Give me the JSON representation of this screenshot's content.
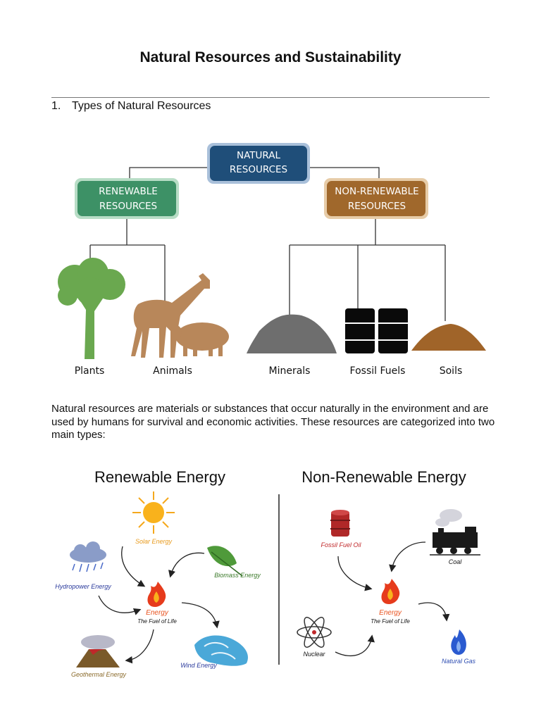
{
  "document": {
    "title": "Natural Resources and Sustainability",
    "section": {
      "number": "1.",
      "heading": "Types of Natural Resources"
    },
    "paragraph": "Natural resources are materials or substances that occur naturally in the environment and are used by humans for survival and economic activities. These resources are categorized into two main types:"
  },
  "tree_diagram": {
    "root": {
      "line1": "NATURAL",
      "line2": "RESOURCES",
      "color": "#1f4e79"
    },
    "renewable": {
      "line1": "RENEWABLE",
      "line2": "RESOURCES",
      "color": "#3d9166"
    },
    "nonrenewable": {
      "line1": "NON-RENEWABLE",
      "line2": "RESOURCES",
      "color": "#a0682c"
    },
    "leaves": {
      "plants": "Plants",
      "animals": "Animals",
      "minerals": "Minerals",
      "fossil_fuels": "Fossil Fuels",
      "soils": "Soils"
    }
  },
  "energy_figure": {
    "renewable_title": "Renewable Energy",
    "nonrenewable_title": "Non-Renewable Energy",
    "renewable": {
      "center": "Energy",
      "center_sub": "The Fuel of Life",
      "solar": "Solar Energy",
      "hydropower": "Hydropower Energy",
      "biomass": "Biomass Energy",
      "geothermal": "Geothermal Energy",
      "wind": "Wind Energy"
    },
    "nonrenewable": {
      "center": "Energy",
      "center_sub": "The Fuel of Life",
      "fossil_fuel_oil": "Fossil Fuel Oil",
      "coal": "Coal",
      "nuclear": "Nuclear",
      "natural_gas": "Natural Gas"
    },
    "colors": {
      "solar_label": "#e89a1c",
      "hydro_label": "#2a3a9c",
      "biomass_label": "#3b7a2a",
      "geothermal_label": "#8a6a2a",
      "wind_label": "#2a3a9c",
      "oil_label": "#c0282a",
      "gas_label": "#2a4ab0",
      "energy_label": "#e8501c"
    }
  }
}
